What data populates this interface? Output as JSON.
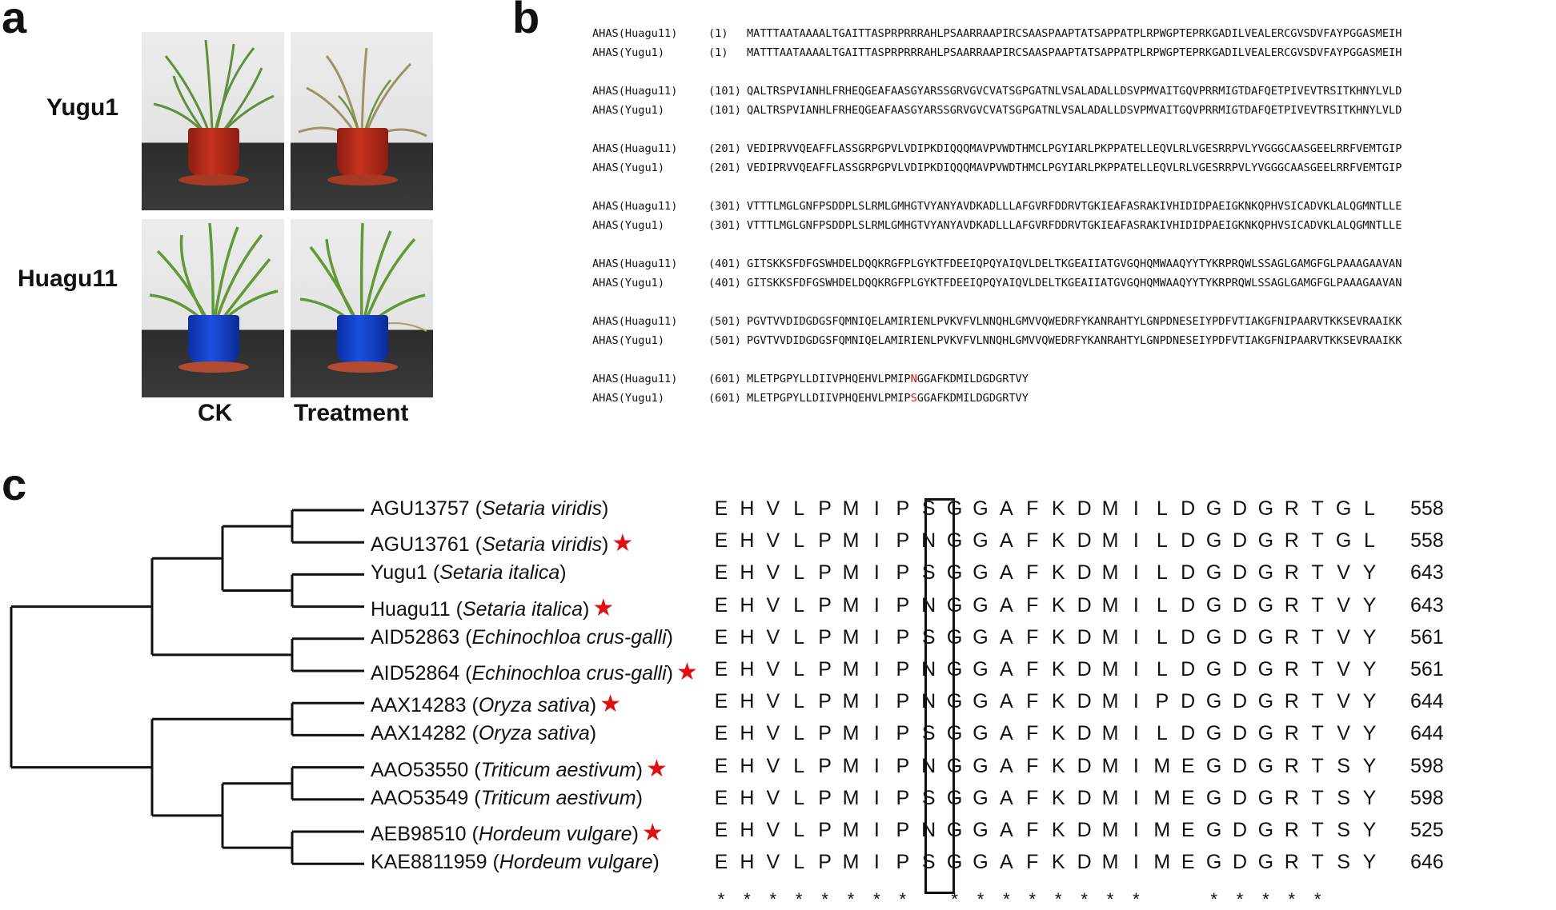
{
  "panels": {
    "a": "a",
    "b": "b",
    "c": "c"
  },
  "panel_a": {
    "rows": [
      "Yugu1",
      "Huagu11"
    ],
    "cols": [
      "CK",
      "Treatment"
    ]
  },
  "panel_b": {
    "blocks": [
      {
        "rows": [
          {
            "name": "AHAS(Huagu11)",
            "pos": "(1)",
            "pre": "MATTTAATAAAALTGAITTASPRPRRRAHLPSAARRAAPIRCSAASPAAPTATSAPPATPLRPWGPTEPRKGADILVEALERCGVSDVFAYPGGASMEIH",
            "hl": "",
            "post": ""
          },
          {
            "name": "AHAS(Yugu1)",
            "pos": "(1)",
            "pre": "MATTTAATAAAALTGAITTASPRPRRRAHLPSAARRAAPIRCSAASPAAPTATSAPPATPLRPWGPTEPRKGADILVEALERCGVSDVFAYPGGASMEIH",
            "hl": "",
            "post": ""
          }
        ]
      },
      {
        "rows": [
          {
            "name": "AHAS(Huagu11)",
            "pos": "(101)",
            "pre": "QALTRSPVIANHLFRHEQGEAFAASGYARSSGRVGVCVATSGPGATNLVSALADALLDSVPMVAITGQVPRRMIGTDAFQETPIVEVTRSITKHNYLVLD",
            "hl": "",
            "post": ""
          },
          {
            "name": "AHAS(Yugu1)",
            "pos": "(101)",
            "pre": "QALTRSPVIANHLFRHEQGEAFAASGYARSSGRVGVCVATSGPGATNLVSALADALLDSVPMVAITGQVPRRMIGTDAFQETPIVEVTRSITKHNYLVLD",
            "hl": "",
            "post": ""
          }
        ]
      },
      {
        "rows": [
          {
            "name": "AHAS(Huagu11)",
            "pos": "(201)",
            "pre": "VEDIPRVVQEAFFLASSGRPGPVLVDIPKDIQQQMAVPVWDTHMCLPGYIARLPKPPATELLEQVLRLVGESRRPVLYVGGGCAASGEELRRFVEMTGIP",
            "hl": "",
            "post": ""
          },
          {
            "name": "AHAS(Yugu1)",
            "pos": "(201)",
            "pre": "VEDIPRVVQEAFFLASSGRPGPVLVDIPKDIQQQMAVPVWDTHMCLPGYIARLPKPPATELLEQVLRLVGESRRPVLYVGGGCAASGEELRRFVEMTGIP",
            "hl": "",
            "post": ""
          }
        ]
      },
      {
        "rows": [
          {
            "name": "AHAS(Huagu11)",
            "pos": "(301)",
            "pre": "VTTTLMGLGNFPSDDPLSLRMLGMHGTVYANYAVDKADLLLAFGVRFDDRVTGKIEAFASRAKIVHIDIDPAEIGKNKQPHVSICADVKLALQGMNTLLE",
            "hl": "",
            "post": ""
          },
          {
            "name": "AHAS(Yugu1)",
            "pos": "(301)",
            "pre": "VTTTLMGLGNFPSDDPLSLRMLGMHGTVYANYAVDKADLLLAFGVRFDDRVTGKIEAFASRAKIVHIDIDPAEIGKNKQPHVSICADVKLALQGMNTLLE",
            "hl": "",
            "post": ""
          }
        ]
      },
      {
        "rows": [
          {
            "name": "AHAS(Huagu11)",
            "pos": "(401)",
            "pre": "GITSKKSFDFGSWHDELDQQKRGFPLGYKTFDEEIQPQYAIQVLDELTKGEAIIATGVGQHQMWAAQYYTYKRPRQWLSSAGLGAMGFGLPAAAGAAVAN",
            "hl": "",
            "post": ""
          },
          {
            "name": "AHAS(Yugu1)",
            "pos": "(401)",
            "pre": "GITSKKSFDFGSWHDELDQQKRGFPLGYKTFDEEIQPQYAIQVLDELTKGEAIIATGVGQHQMWAAQYYTYKRPRQWLSSAGLGAMGFGLPAAAGAAVAN",
            "hl": "",
            "post": ""
          }
        ]
      },
      {
        "rows": [
          {
            "name": "AHAS(Huagu11)",
            "pos": "(501)",
            "pre": "PGVTVVDIDGDGSFQMNIQELAMIRIENLPVKVFVLNNQHLGMVVQWEDRFYKANRAHTYLGNPDNESEIYPDFVTIAKGFNIPAARVTKKSEVRAAIKK",
            "hl": "",
            "post": ""
          },
          {
            "name": "AHAS(Yugu1)",
            "pos": "(501)",
            "pre": "PGVTVVDIDGDGSFQMNIQELAMIRIENLPVKVFVLNNQHLGMVVQWEDRFYKANRAHTYLGNPDNESEIYPDFVTIAKGFNIPAARVTKKSEVRAAIKK",
            "hl": "",
            "post": ""
          }
        ]
      },
      {
        "rows": [
          {
            "name": "AHAS(Huagu11)",
            "pos": "(601)",
            "pre": "MLETPGPYLLDIIVPHQEHVLPMIP",
            "hl": "N",
            "post": "GGAFKDMILDGDGRTVY"
          },
          {
            "name": "AHAS(Yugu1)",
            "pos": "(601)",
            "pre": "MLETPGPYLLDIIVPHQEHVLPMIP",
            "hl": "S",
            "post": "GGAFKDMILDGDGRTVY"
          }
        ]
      }
    ]
  },
  "panel_c": {
    "taxa": [
      {
        "id": "AGU13757",
        "species": "Setaria viridis",
        "star": false,
        "seq": [
          "E",
          "H",
          "V",
          "L",
          "P",
          "M",
          "I",
          "P",
          "S",
          "G",
          "G",
          "A",
          "F",
          "K",
          "D",
          "M",
          "I",
          "L",
          "D",
          "G",
          "D",
          "G",
          "R",
          "T",
          "G",
          "L"
        ],
        "end": "558"
      },
      {
        "id": "AGU13761",
        "species": "Setaria viridis",
        "star": true,
        "seq": [
          "E",
          "H",
          "V",
          "L",
          "P",
          "M",
          "I",
          "P",
          "N",
          "G",
          "G",
          "A",
          "F",
          "K",
          "D",
          "M",
          "I",
          "L",
          "D",
          "G",
          "D",
          "G",
          "R",
          "T",
          "G",
          "L"
        ],
        "end": "558"
      },
      {
        "id": "Yugu1",
        "species": "Setaria italica",
        "star": false,
        "seq": [
          "E",
          "H",
          "V",
          "L",
          "P",
          "M",
          "I",
          "P",
          "S",
          "G",
          "G",
          "A",
          "F",
          "K",
          "D",
          "M",
          "I",
          "L",
          "D",
          "G",
          "D",
          "G",
          "R",
          "T",
          "V",
          "Y"
        ],
        "end": "643"
      },
      {
        "id": "Huagu11",
        "species": "Setaria italica",
        "star": true,
        "seq": [
          "E",
          "H",
          "V",
          "L",
          "P",
          "M",
          "I",
          "P",
          "N",
          "G",
          "G",
          "A",
          "F",
          "K",
          "D",
          "M",
          "I",
          "L",
          "D",
          "G",
          "D",
          "G",
          "R",
          "T",
          "V",
          "Y"
        ],
        "end": "643"
      },
      {
        "id": "AID52863",
        "species": "Echinochloa crus-galli",
        "star": false,
        "seq": [
          "E",
          "H",
          "V",
          "L",
          "P",
          "M",
          "I",
          "P",
          "S",
          "G",
          "G",
          "A",
          "F",
          "K",
          "D",
          "M",
          "I",
          "L",
          "D",
          "G",
          "D",
          "G",
          "R",
          "T",
          "V",
          "Y"
        ],
        "end": "561"
      },
      {
        "id": "AID52864",
        "species": "Echinochloa crus-galli",
        "star": true,
        "seq": [
          "E",
          "H",
          "V",
          "L",
          "P",
          "M",
          "I",
          "P",
          "N",
          "G",
          "G",
          "A",
          "F",
          "K",
          "D",
          "M",
          "I",
          "L",
          "D",
          "G",
          "D",
          "G",
          "R",
          "T",
          "V",
          "Y"
        ],
        "end": "561"
      },
      {
        "id": "AAX14283",
        "species": "Oryza sativa",
        "star": true,
        "seq": [
          "E",
          "H",
          "V",
          "L",
          "P",
          "M",
          "I",
          "P",
          "N",
          "G",
          "G",
          "A",
          "F",
          "K",
          "D",
          "M",
          "I",
          "P",
          "D",
          "G",
          "D",
          "G",
          "R",
          "T",
          "V",
          "Y"
        ],
        "end": "644"
      },
      {
        "id": "AAX14282",
        "species": "Oryza sativa",
        "star": false,
        "seq": [
          "E",
          "H",
          "V",
          "L",
          "P",
          "M",
          "I",
          "P",
          "S",
          "G",
          "G",
          "A",
          "F",
          "K",
          "D",
          "M",
          "I",
          "L",
          "D",
          "G",
          "D",
          "G",
          "R",
          "T",
          "V",
          "Y"
        ],
        "end": "644"
      },
      {
        "id": "AAO53550",
        "species": "Triticum aestivum",
        "star": true,
        "seq": [
          "E",
          "H",
          "V",
          "L",
          "P",
          "M",
          "I",
          "P",
          "N",
          "G",
          "G",
          "A",
          "F",
          "K",
          "D",
          "M",
          "I",
          "M",
          "E",
          "G",
          "D",
          "G",
          "R",
          "T",
          "S",
          "Y"
        ],
        "end": "598"
      },
      {
        "id": "AAO53549",
        "species": "Triticum aestivum",
        "star": false,
        "seq": [
          "E",
          "H",
          "V",
          "L",
          "P",
          "M",
          "I",
          "P",
          "S",
          "G",
          "G",
          "A",
          "F",
          "K",
          "D",
          "M",
          "I",
          "M",
          "E",
          "G",
          "D",
          "G",
          "R",
          "T",
          "S",
          "Y"
        ],
        "end": "598"
      },
      {
        "id": "AEB98510",
        "species": "Hordeum vulgare",
        "star": true,
        "seq": [
          "E",
          "H",
          "V",
          "L",
          "P",
          "M",
          "I",
          "P",
          "N",
          "G",
          "G",
          "A",
          "F",
          "K",
          "D",
          "M",
          "I",
          "M",
          "E",
          "G",
          "D",
          "G",
          "R",
          "T",
          "S",
          "Y"
        ],
        "end": "525"
      },
      {
        "id": "KAE8811959",
        "species": "Hordeum vulgare",
        "star": false,
        "seq": [
          "E",
          "H",
          "V",
          "L",
          "P",
          "M",
          "I",
          "P",
          "S",
          "G",
          "G",
          "A",
          "F",
          "K",
          "D",
          "M",
          "I",
          "M",
          "E",
          "G",
          "D",
          "G",
          "R",
          "T",
          "S",
          "Y"
        ],
        "end": "646"
      }
    ],
    "consensus": [
      "*",
      "*",
      "*",
      "*",
      "*",
      "*",
      "*",
      "*",
      " ",
      "*",
      "*",
      "*",
      "*",
      "*",
      "*",
      "*",
      "*",
      " ",
      " ",
      "*",
      "*",
      "*",
      "*",
      "*",
      " ",
      " "
    ],
    "star_glyph": "★",
    "colors": {
      "highlight": "#e01010",
      "text": "#111111"
    }
  }
}
